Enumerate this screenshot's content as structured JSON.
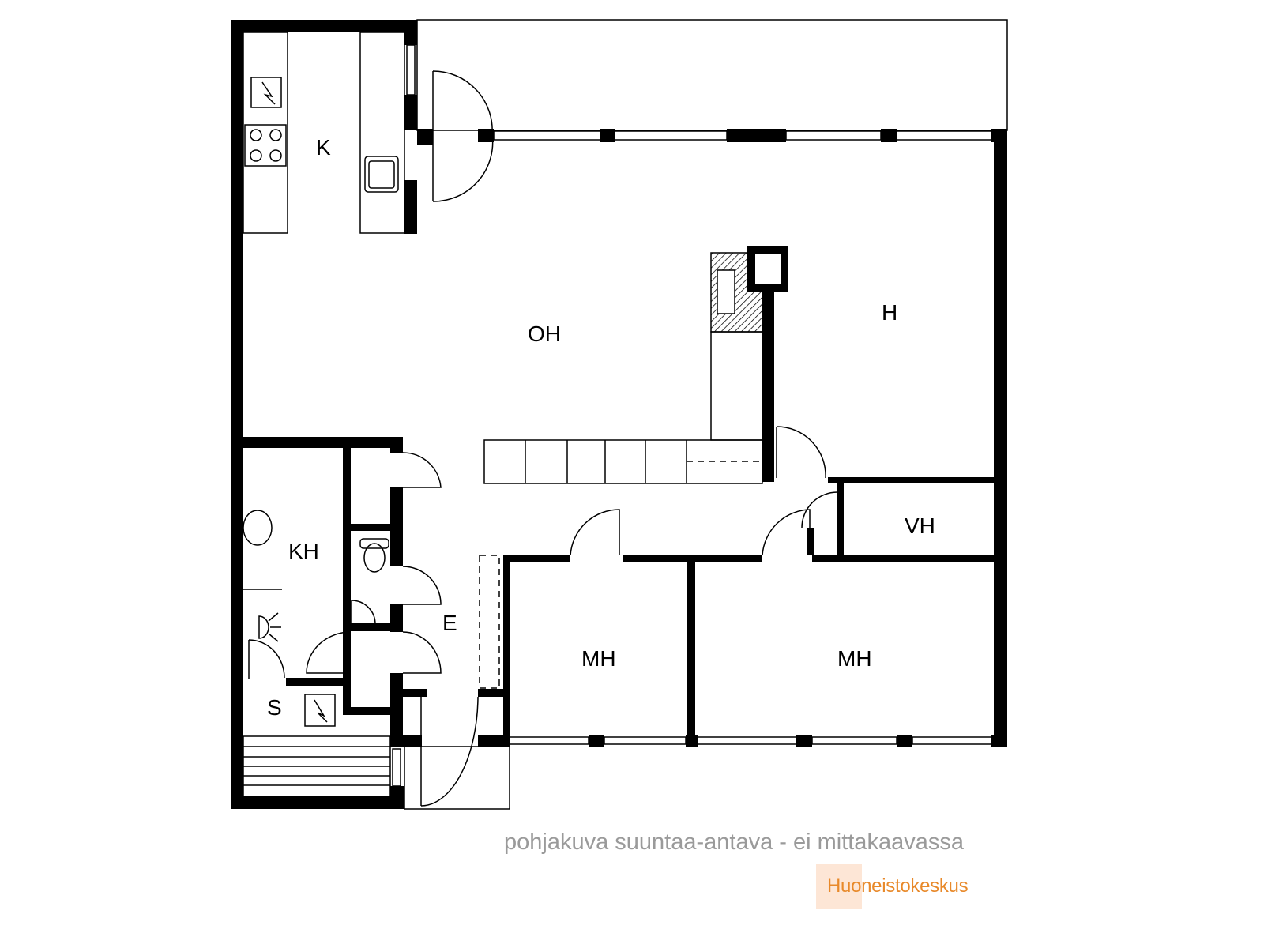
{
  "rooms": {
    "kitchen": "K",
    "living": "OH",
    "room_h": "H",
    "bathroom": "KH",
    "hall": "E",
    "sauna": "S",
    "closet": "VH",
    "bedroom1": "MH",
    "bedroom2": "MH"
  },
  "caption": "pohjakuva suuntaa-antava - ei mittakaavassa",
  "logo": "Huoneistokeskus",
  "colors": {
    "logo": "#e8892a",
    "logo_bg": "#fde6d6",
    "caption": "#9a9a9a"
  }
}
